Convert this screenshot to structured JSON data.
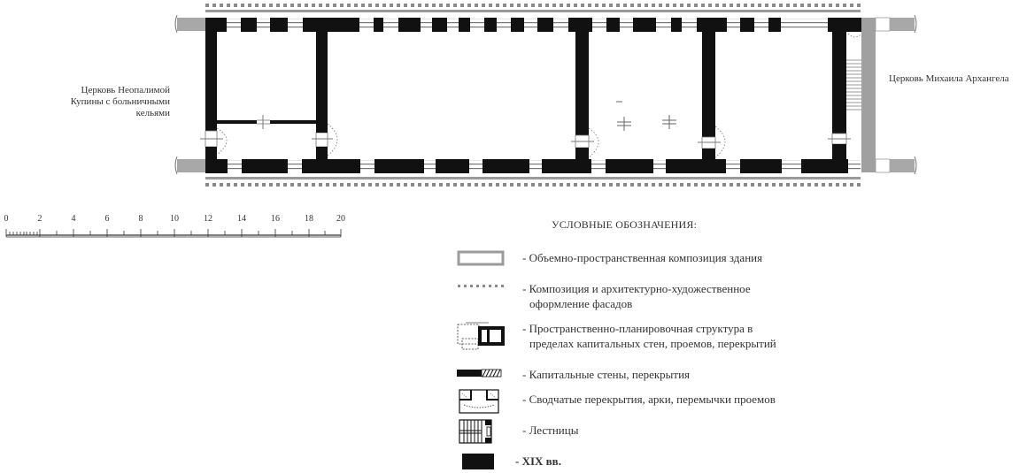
{
  "plan": {
    "left_neighbor_label": [
      "Церковь Неопалимой",
      "Купины с больничными",
      "кельями"
    ],
    "right_neighbor_label": "Церковь Михаила Архангела",
    "colors": {
      "wall_19th_century": "#111111",
      "volume_composition": "#9a9a9a",
      "facade_dots": "#8a8a8a",
      "window_lines": "#777777",
      "background": "#ffffff"
    }
  },
  "scale_bar": {
    "ticks": [
      "0",
      "2",
      "4",
      "6",
      "8",
      "10",
      "12",
      "14",
      "16",
      "18",
      "20"
    ],
    "unit_note": ""
  },
  "legend": {
    "title": "УСЛОВНЫЕ ОБОЗНАЧЕНИЯ:",
    "items": [
      {
        "symbol": "gray-outline-rectangle",
        "text": [
          "- Объемно-пространственная композиция здания"
        ]
      },
      {
        "symbol": "dotted-line",
        "text": [
          "- Композиция и архитектурно-художественное",
          "оформление фасадов"
        ]
      },
      {
        "symbol": "mini-floor-plan",
        "text": [
          "- Пространственно-планировочная структура  в",
          "пределах капитальных стен,  проемов,  перекрытий"
        ]
      },
      {
        "symbol": "solid-and-hatched-bar",
        "text": [
          "- Капитальные стены, перекрытия"
        ]
      },
      {
        "symbol": "vaulted-plan",
        "text": [
          "- Сводчатые перекрытия, арки, перемычки проемов"
        ]
      },
      {
        "symbol": "staircase-plan",
        "text": [
          "- Лестницы"
        ]
      },
      {
        "symbol": "black-rectangle",
        "text": [
          "-  XIX вв."
        ]
      }
    ]
  }
}
